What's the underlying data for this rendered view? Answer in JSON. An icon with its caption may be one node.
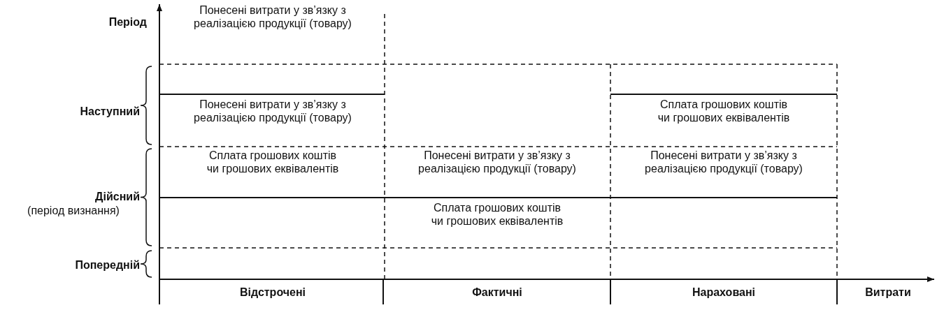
{
  "diagram": {
    "labels": [
      "Період",
      "Понесені витрати у зв’язку з реалізацією продукції (товару)",
      "Наступний",
      "Понесені витрати у зв’язку з реалізацією продукції (товару)",
      "Сплата грошових коштів чи грошових еквівалентів",
      "Сплата грошових коштів чи грошових еквівалентів",
      "Понесені витрати у зв’язку з реалізацією продукції (товару)",
      "Понесені витрати у зв’язку з реалізацією продукції (товару)",
      "Дійсний",
      "(період визнання)",
      "Сплата грошових коштів чи грошових еквівалентів",
      "Попередній",
      "Відстрочені",
      "Фактичні",
      "Нараховані",
      "Витрати"
    ]
  }
}
